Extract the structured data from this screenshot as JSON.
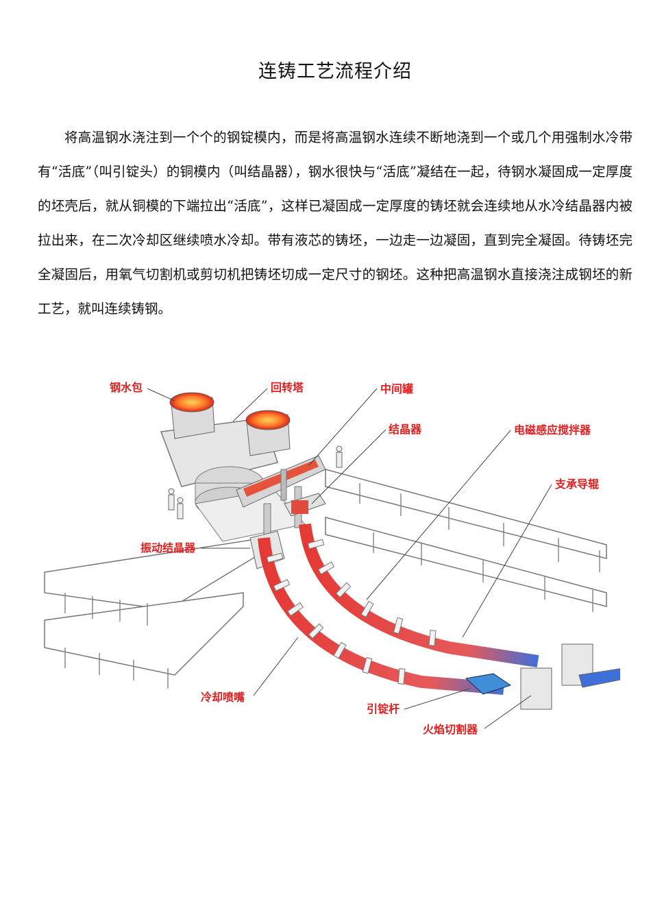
{
  "document": {
    "title": "连铸工艺流程介绍",
    "paragraph": "将高温钢水浇注到一个个的钢锭模内，而是将高温钢水连续不断地浇到一个或几个用强制水冷带有“活底”（叫引锭头）的铜模内（叫结晶器），钢水很快与“活底”凝结在一起，待钢水凝固成一定厚度的坯壳后，就从铜模的下端拉出“活底”，这样已凝固成一定厚度的铸坯就会连续地从水冷结晶器内被拉出来，在二次冷却区继续喷水冷却。带有液芯的铸坯，一边走一边凝固，直到完全凝固。待铸坯完全凝固后，用氧气切割机或剪切机把铸坯切成一定尺寸的钢坯。这种把高温钢水直接浇注成钢坯的新工艺，就叫连续铸钢。"
  },
  "diagram": {
    "labels": {
      "ladle": "钢水包",
      "turret": "回转塔",
      "tundish": "中间罐",
      "mold": "结晶器",
      "ems": "电磁感应搅拌器",
      "rolls": "支承导辊",
      "osc_mold": "振动结晶器",
      "nozzle": "冷却喷嘴",
      "dummy_bar": "引锭杆",
      "torch_cutter": "火焰切割器"
    },
    "colors": {
      "label": "#e02020",
      "hot_steel": "#e53935",
      "cool_steel": "#3f6fd8",
      "structure": "#bfbfbf"
    }
  }
}
